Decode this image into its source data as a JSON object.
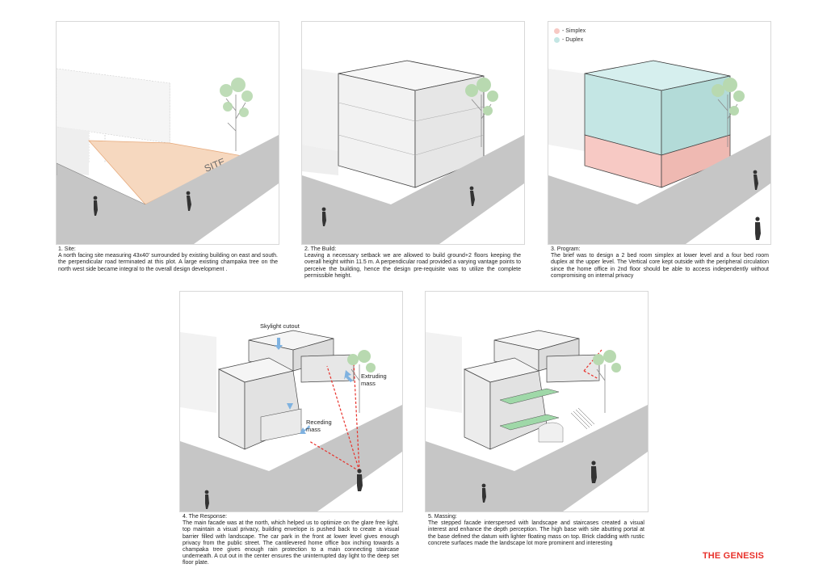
{
  "panels": [
    {
      "title": "1. Site:",
      "text": "A north facing site measuring 43x40' surrounded by existing building on east and south. the perpendicular road  terminated at this plot. A large  existing champaka tree on the north west side became integral to the overall design development .",
      "label": "SITE"
    },
    {
      "title": "2. The Build:",
      "text": "Leaving a necessary setback we are allowed to build ground+2 floors keeping the overall height within 11.5 m. A perpendicular road provided a varying vantage points to perceive the building, hence the design pre-requisite was  to utilize the complete permissible height."
    },
    {
      "title": "3. Program:",
      "text": "The brief was to design a 2 bed room simplex at lower level and a  four bed room duplex at the upper level. The Vertical  core kept outside with the peripheral circulation  since the home office   in    2nd floor   should be able to access independently without compromising on internal privacy",
      "legend": [
        {
          "label": "- Simplex",
          "color": "#f7c9c4"
        },
        {
          "label": "- Duplex",
          "color": "#c4e6e4"
        }
      ]
    },
    {
      "title": "4. The Response:",
      "text": "The main facade was at the north, which  helped us  to optimize on the glare free light. top maintain a visual privacy, building envelope is pushed back to create a visual barrier filled with landscape. The car park in the front at lower level gives enough privacy from the public street. The cantilevered home office box inching towards a champaka tree gives enough rain protection to a main connecting staircase  underneath. A cut out in the center ensures the uninterrupted day light to the deep set floor plate.",
      "annotations": {
        "skylight": "Skylight cutout",
        "extruding": "Extruding mass",
        "receding": "Receding mass"
      }
    },
    {
      "title": "5. Massing:",
      "text": "The stepped facade interspersed with landscape and staircases created a visual interest and enhance the depth perception. The high base with site abutting portal at the base defined the datum with lighter floating mass on top. Brick cladding with rustic concrete surfaces made the landscape lot more prominent  and interesting"
    }
  ],
  "page_title": "THE GENESIS",
  "colors": {
    "site": "#f6d8bf",
    "simplex": "#f7c9c4",
    "duplex": "#c4e6e4",
    "accent": "#e8312b",
    "road": "#c6c6c6",
    "green": "#9fd8a8"
  }
}
